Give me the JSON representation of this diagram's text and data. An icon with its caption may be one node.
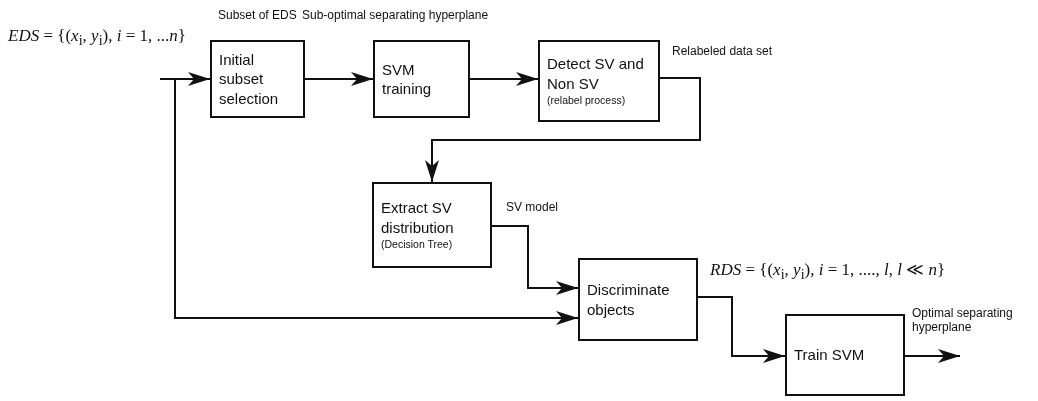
{
  "diagram": {
    "nodes": [
      {
        "text": [
          "Initial subset selection"
        ]
      },
      {
        "text": [
          "SVM training"
        ]
      },
      {
        "text": [
          "Detect SV and Non SV",
          "(relabel process)"
        ]
      },
      {
        "text": [
          "Extract SV distribution",
          "(Decision Tree)"
        ]
      },
      {
        "text": [
          "Discriminate objects"
        ]
      },
      {
        "text": [
          "Train SVM"
        ]
      }
    ],
    "edges": [
      {
        "from": null,
        "to": 0,
        "arrow": "to"
      },
      {
        "from": 0,
        "to": 1,
        "arrow": "to"
      },
      {
        "from": 1,
        "to": 2,
        "arrow": "to"
      },
      {
        "from": 2,
        "to": 3,
        "arrow": "to"
      },
      {
        "from": 3,
        "to": 4,
        "arrow": "to"
      },
      {
        "from": null,
        "to": 4,
        "arrow": "to"
      },
      {
        "from": 4,
        "to": 5,
        "arrow": "to"
      },
      {
        "from": 5,
        "to": null,
        "arrow": "to"
      }
    ],
    "labels": [
      "*EDS* = {(*x*$_{i}$, *y*$_{i}$), *i* = 1, ...*n*}",
      "Subset of EDS",
      "Sub-optimal separating hyperplane",
      "Relabeled data set",
      "SV model",
      "*RDS* = {(*x*$_{i}$, *y*$_{i}$), *i* = 1, ...., *l*, *l* ≪ *n*}",
      "Optimal separating hyperplane"
    ]
  }
}
